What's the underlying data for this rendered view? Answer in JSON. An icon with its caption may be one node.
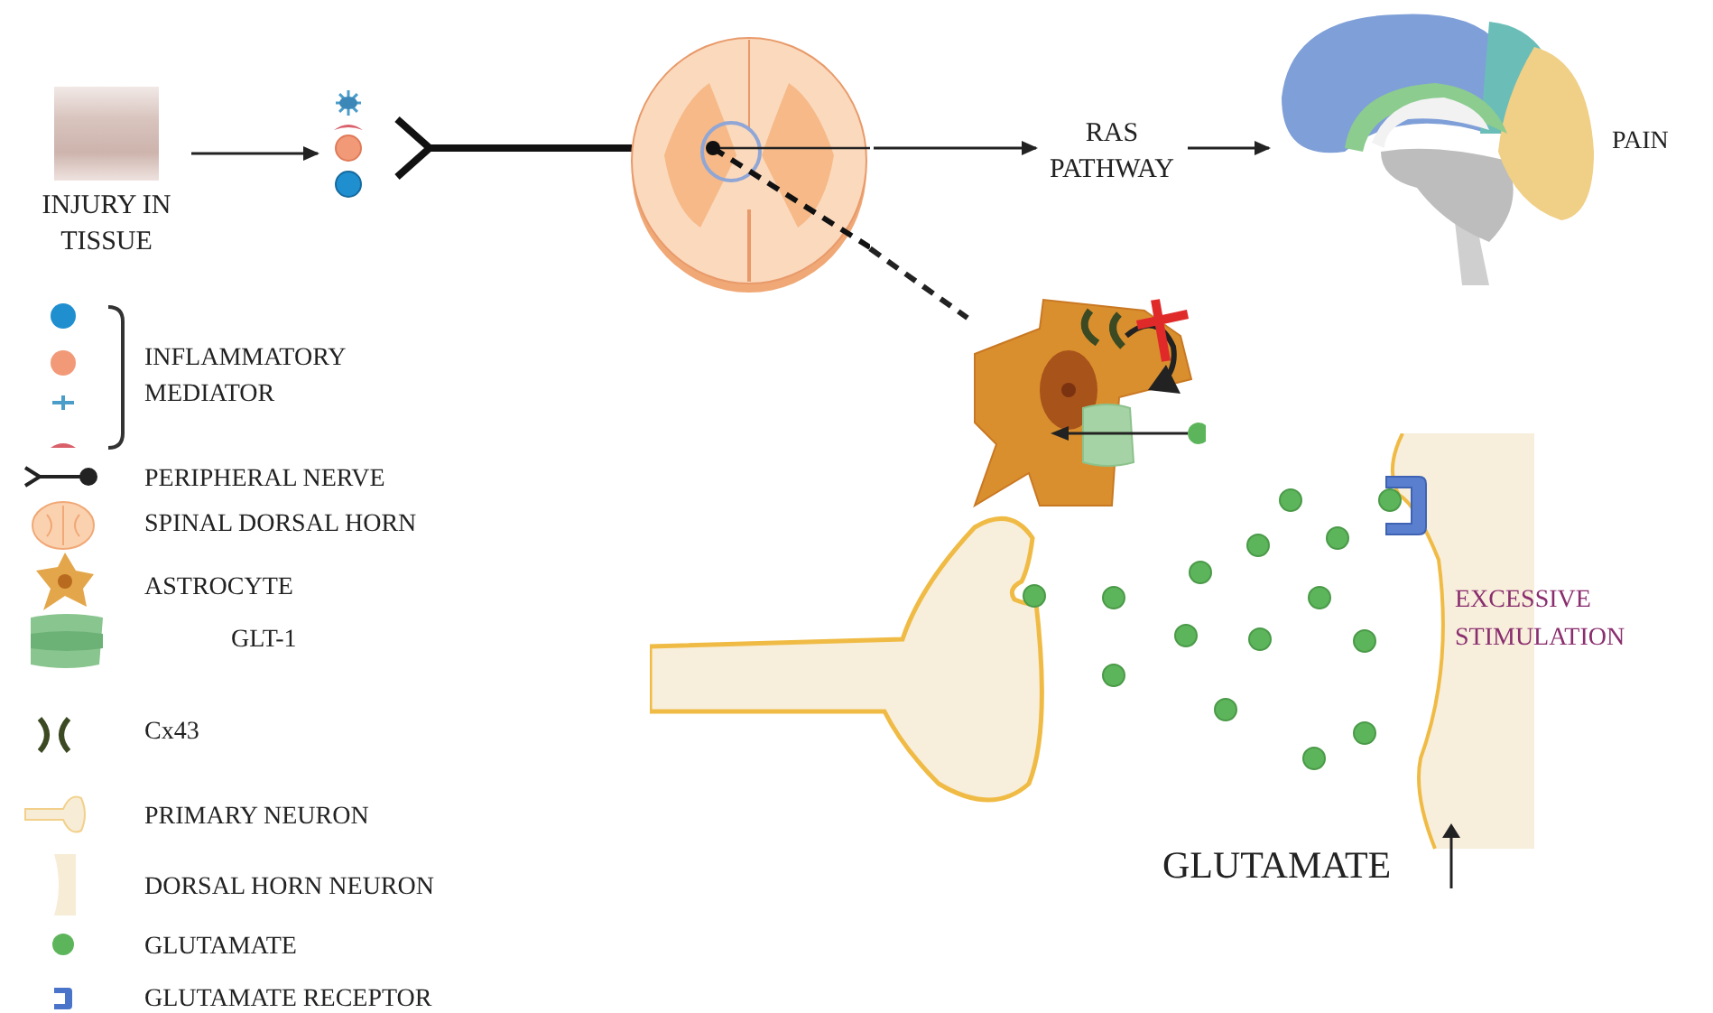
{
  "diagram": {
    "nodes": [
      {
        "text": [
          "INJURY IN TISSUE"
        ]
      },
      {
        "text": [],
        "shape": "picture"
      },
      {
        "text": [],
        "shape": "picture"
      },
      {
        "text": [
          "RAS PATHWAY"
        ]
      },
      {
        "text": [],
        "shape": "picture",
        "beside": [
          "PAIN"
        ]
      },
      {
        "text": [],
        "shape": "picture"
      }
    ],
    "edges": [
      {
        "from": 0,
        "to": 1,
        "arrow": "to"
      },
      {
        "from": 2,
        "to": 3,
        "arrow": "to"
      },
      {
        "from": 3,
        "to": 4,
        "arrow": "to"
      },
      {
        "from": 2,
        "to": 5,
        "arrow": "none",
        "style": "dashed"
      }
    ],
    "labels": [
      "EXCESSIVE STIMULATION",
      "GLUTAMATE"
    ],
    "legend": [
      {
        "text": "INFLAMMATORY MEDIATOR"
      },
      {
        "text": "PERIPHERAL NERVE"
      },
      {
        "text": "SPINAL DORSAL HORN"
      },
      {
        "text": "ASTROCYTE"
      },
      {
        "text": "GLT-1"
      },
      {
        "text": "Cx43"
      },
      {
        "text": "PRIMARY NEURON"
      },
      {
        "text": "DORSAL HORN NEURON"
      },
      {
        "text": "GLUTAMATE"
      },
      {
        "text": "GLUTAMATE RECEPTOR"
      }
    ]
  }
}
